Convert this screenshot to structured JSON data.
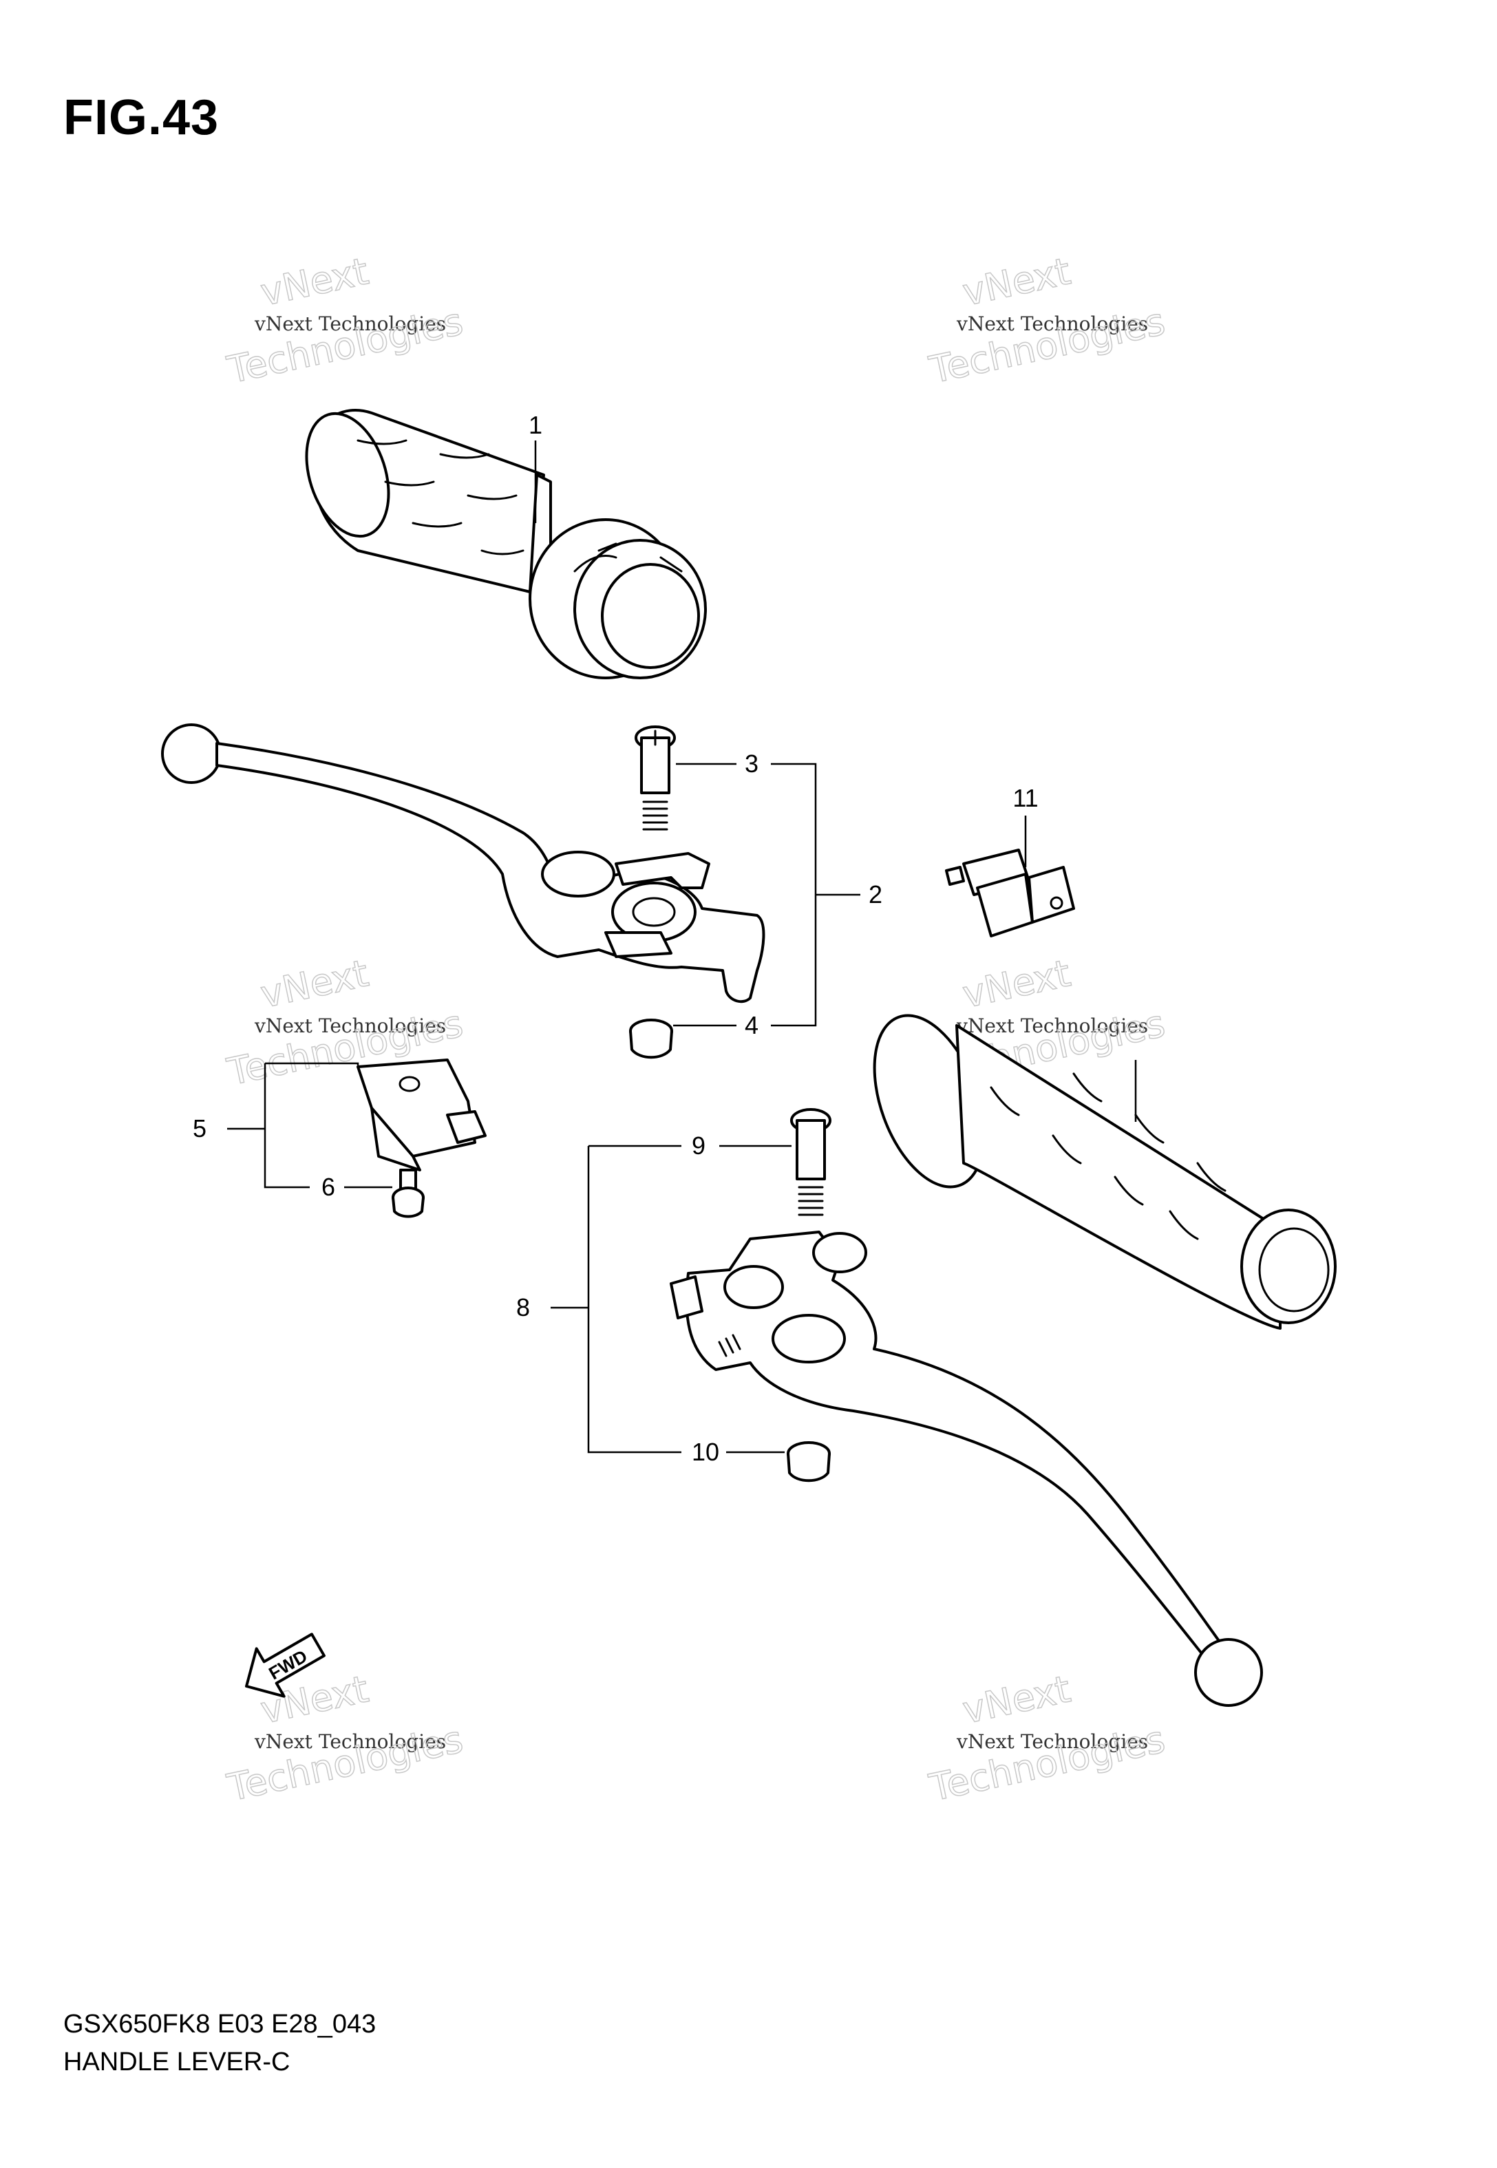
{
  "figure": {
    "title": "FIG.43"
  },
  "footer": {
    "model_code": "GSX650FK8 E03 E28_043",
    "assembly_name": "HANDLE LEVER-C"
  },
  "callouts": {
    "c1": "1",
    "c2": "2",
    "c3": "3",
    "c4": "4",
    "c5": "5",
    "c6": "6",
    "c8": "8",
    "c9": "9",
    "c10": "10",
    "c11": "11"
  },
  "fwd_arrow": {
    "label": "FWD"
  },
  "watermark": {
    "line1": "vNext",
    "line2": "vNext Technologies",
    "line3": "Technologies"
  }
}
